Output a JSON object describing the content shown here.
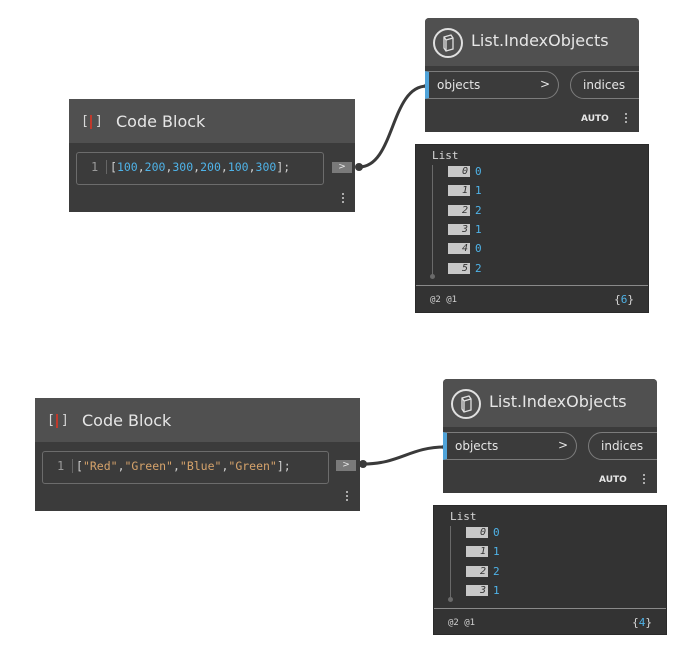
{
  "graph1": {
    "code_block": {
      "title": "Code Block",
      "line_number": "1",
      "code_tokens": [
        {
          "t": "p",
          "v": "["
        },
        {
          "t": "n",
          "v": "100"
        },
        {
          "t": "p",
          "v": ","
        },
        {
          "t": "n",
          "v": "200"
        },
        {
          "t": "p",
          "v": ","
        },
        {
          "t": "n",
          "v": "300"
        },
        {
          "t": "p",
          "v": ","
        },
        {
          "t": "n",
          "v": "200"
        },
        {
          "t": "p",
          "v": ","
        },
        {
          "t": "n",
          "v": "100"
        },
        {
          "t": "p",
          "v": ","
        },
        {
          "t": "n",
          "v": "300"
        },
        {
          "t": "p",
          "v": "];"
        }
      ],
      "out_port": ">"
    },
    "index_node": {
      "title": "List.IndexObjects",
      "icon": "list-index-icon",
      "port_objects": "objects",
      "port_objects_chevron": ">",
      "port_indices": "indices",
      "lacing": "AUTO"
    },
    "preview": {
      "title": "List",
      "items": [
        {
          "index": "0",
          "value": "0"
        },
        {
          "index": "1",
          "value": "1"
        },
        {
          "index": "2",
          "value": "2"
        },
        {
          "index": "3",
          "value": "1"
        },
        {
          "index": "4",
          "value": "0"
        },
        {
          "index": "5",
          "value": "2"
        }
      ],
      "levels": "@2 @1",
      "count_open": "{",
      "count": "6",
      "count_close": "}"
    }
  },
  "graph2": {
    "code_block": {
      "title": "Code Block",
      "line_number": "1",
      "code_tokens": [
        {
          "t": "p",
          "v": "["
        },
        {
          "t": "s",
          "v": "\"Red\""
        },
        {
          "t": "p",
          "v": ","
        },
        {
          "t": "s",
          "v": "\"Green\""
        },
        {
          "t": "p",
          "v": ","
        },
        {
          "t": "s",
          "v": "\"Blue\""
        },
        {
          "t": "p",
          "v": ","
        },
        {
          "t": "s",
          "v": "\"Green\""
        },
        {
          "t": "p",
          "v": "];"
        }
      ],
      "out_port": ">"
    },
    "index_node": {
      "title": "List.IndexObjects",
      "icon": "list-index-icon",
      "port_objects": "objects",
      "port_objects_chevron": ">",
      "port_indices": "indices",
      "lacing": "AUTO"
    },
    "preview": {
      "title": "List",
      "items": [
        {
          "index": "0",
          "value": "0"
        },
        {
          "index": "1",
          "value": "1"
        },
        {
          "index": "2",
          "value": "2"
        },
        {
          "index": "3",
          "value": "1"
        }
      ],
      "levels": "@2 @1",
      "count_open": "{",
      "count": "4",
      "count_close": "}"
    }
  },
  "colors": {
    "node_body": "#3b3b3b",
    "node_header": "#505050",
    "number": "#4fb3e8",
    "string": "#d6a36b",
    "wire": "#3a3a3a",
    "port_accent": "#4fa3d9"
  }
}
